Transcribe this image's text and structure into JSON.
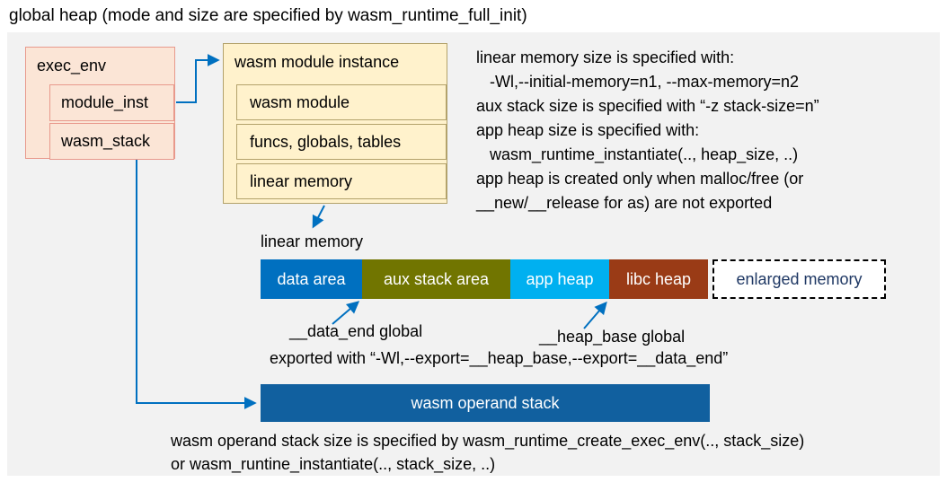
{
  "title": "global heap (mode and size are specified by wasm_runtime_full_init)",
  "exec_env": {
    "label": "exec_env",
    "items": [
      "module_inst",
      "wasm_stack"
    ]
  },
  "module_instance": {
    "label": "wasm module instance",
    "items": [
      "wasm module",
      "funcs, globals, tables",
      "linear memory"
    ]
  },
  "notes": {
    "lines": [
      "linear memory size is specified with:",
      "   -Wl,--initial-memory=n1, --max-memory=n2",
      "aux stack size is specified with “-z stack-size=n”",
      "app heap size is specified with:",
      "   wasm_runtime_instantiate(.., heap_size, ..)",
      "app heap is created only when malloc/free (or",
      "__new/__release for as) are not exported"
    ]
  },
  "linear_memory": {
    "label": "linear memory",
    "segments": [
      {
        "label": "data area",
        "bg": "#0070C0",
        "fg": "#FFFFFF"
      },
      {
        "label": "aux stack area",
        "bg": "#717500",
        "fg": "#FFFFFF"
      },
      {
        "label": "app heap",
        "bg": "#00B0F0",
        "fg": "#FFFFFF"
      },
      {
        "label": "libc heap",
        "bg": "#9A3B16",
        "fg": "#FFFFFF"
      },
      {
        "label": "enlarged memory",
        "bg": "#FFFFFF",
        "fg": "#1F3864"
      }
    ]
  },
  "annotations": {
    "data_end": "__data_end global",
    "heap_base": "__heap_base global",
    "export_note": "exported with “-Wl,--export=__heap_base,--export=__data_end”"
  },
  "operand_stack": {
    "label": "wasm operand stack",
    "bg": "#11609F"
  },
  "footer": {
    "lines": [
      "wasm operand stack size is specified by wasm_runtime_create_exec_env(.., stack_size)",
      "or wasm_runtine_instantiate(.., stack_size, ..)"
    ]
  },
  "colors": {
    "arrow": "#0070C0",
    "panel_bg": "#F2F2F2",
    "exec_env_fill": "#FBE5D6",
    "exec_env_border": "#E8998C",
    "instance_fill": "#FFF2CC",
    "instance_border": "#B3A26B"
  }
}
